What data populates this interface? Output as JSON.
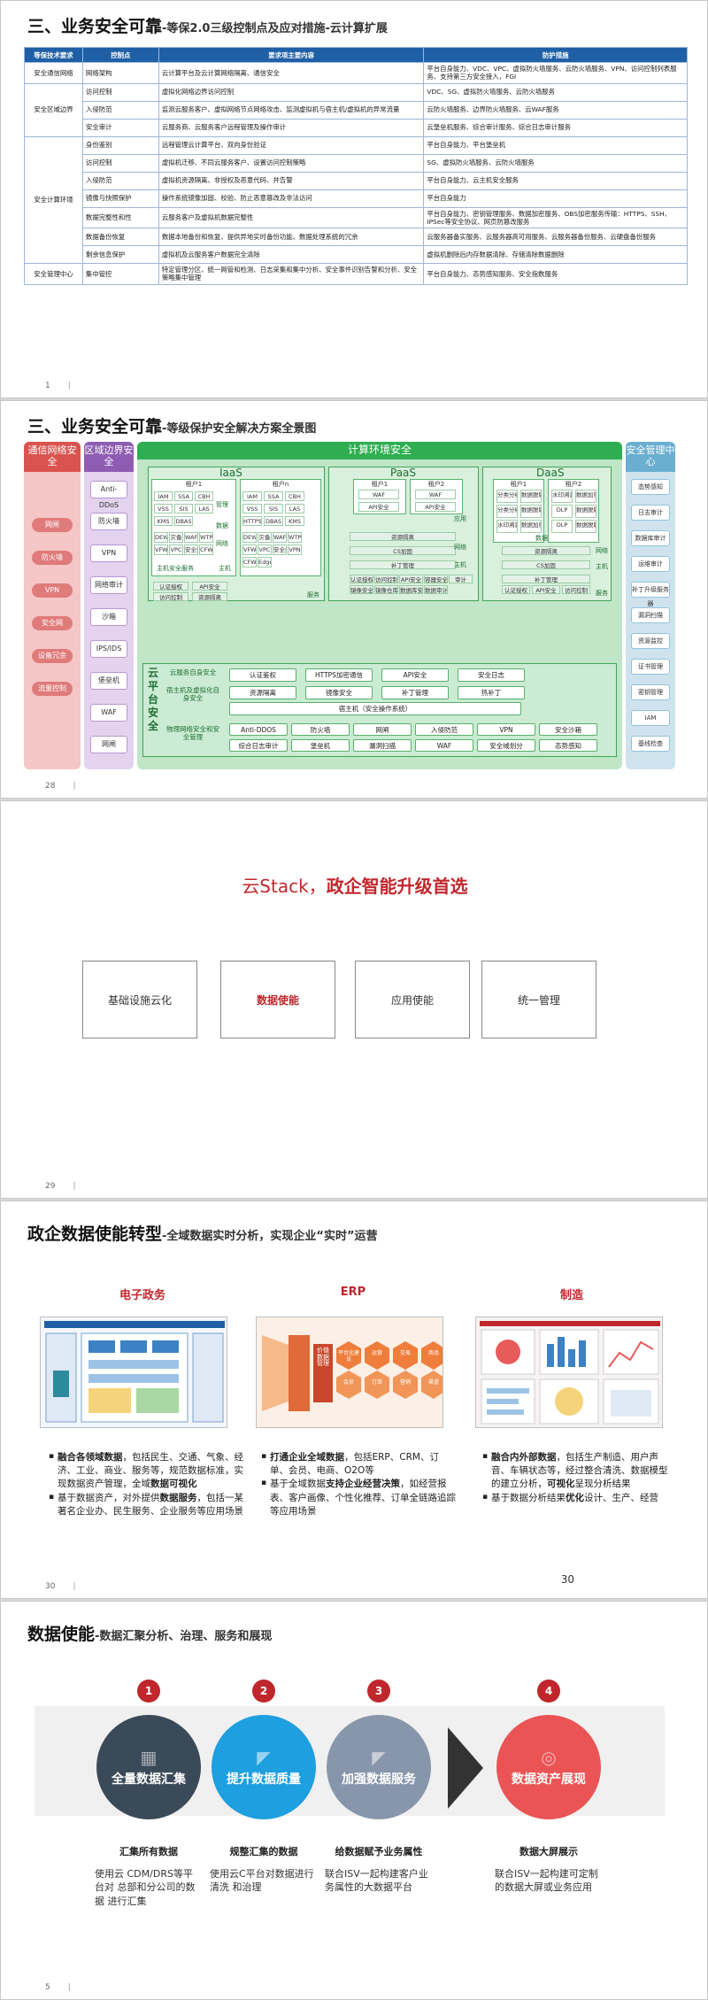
{
  "slide1": {
    "title_main": "三、业务安全可靠",
    "title_sub": "-等保2.0三级控制点及应对措施-云计算扩展",
    "headers": [
      "等保技术要求",
      "控制点",
      "要求项主要内容",
      "防护措施"
    ],
    "groups": [
      {
        "name": "安全通信网络",
        "rows": [
          {
            "point": "网络架构",
            "req": "云计算平台及云计算网络隔离、通信安全",
            "measure": "平台自身能力、VDC、VPC、虚拟防火墙服务、云防火墙服务、VPN、访问控制列表服务、支持第三方安全接入，FGI"
          }
        ]
      },
      {
        "name": "安全区域边界",
        "rows": [
          {
            "point": "访问控制",
            "req": "虚拟化网络边界访问控制",
            "measure": "VDC、SG、虚拟防火墙服务、云防火墙服务"
          },
          {
            "point": "入侵防范",
            "req": "监测云服务客户、虚拟网络节点网络攻击、监测虚拟机与宿主机/虚拟机的异常流量",
            "measure": "云防火墙服务、边界防火墙服务、云WAF服务"
          },
          {
            "point": "安全审计",
            "req": "云服务商、云服务客户远程管理及操作审计",
            "measure": "云堡垒机服务、综合审计服务、综合日志审计服务"
          }
        ]
      },
      {
        "name": "安全计算环境",
        "rows": [
          {
            "point": "身份鉴别",
            "req": "远程管理云计算平台、双向身份验证",
            "measure": "平台自身能力、平台堡垒机"
          },
          {
            "point": "访问控制",
            "req": "虚拟机迁移、不同云服务客户、设置访问控制策略",
            "measure": "SG、虚拟防火墙服务、云防火墙服务"
          },
          {
            "point": "入侵防范",
            "req": "虚拟机资源隔离、非授权及恶意代码、并告警",
            "measure": "平台自身能力、云主机安全服务"
          },
          {
            "point": "镜像与快照保护",
            "req": "操作系统镜像加固、校验、防止恶意篡改及非法访问",
            "measure": "平台自身能力"
          },
          {
            "point": "数据完整性和性",
            "req": "云服务客户及虚拟机数据完整性",
            "measure": "平台自身能力、密钥管理服务、数据加密服务、OBS加密服务传输：HTTPS、SSH、IPSec等安全协议、网页防篡改服务"
          },
          {
            "point": "数据备份恢复",
            "req": "数据本地备份和恢复、提供异地实时备份功能、数据处理系统的冗余",
            "measure": "云服务器备实服务、云服务器高可用服务、云服务器备份服务、云硬盘备份服务"
          },
          {
            "point": "剩余信息保护",
            "req": "虚拟机及云服务客户数据完全清除",
            "measure": "虚拟机删除后内存数据清除、存储清除数据删除"
          }
        ]
      },
      {
        "name": "安全管理中心",
        "rows": [
          {
            "point": "集中管控",
            "req": "特定管理分区、统一网管和检测、日志采集和集中分析、安全事件识别告警和分析、安全策略集中管理",
            "measure": "平台自身能力、态势感知服务、安全指数服务"
          }
        ]
      }
    ],
    "page": "1"
  },
  "slide2": {
    "title_main": "三、业务安全可靠",
    "title_sub": "-等级保护安全解决方案全景图",
    "col_red": "通信网络安全",
    "col_purple": "区域边界安全",
    "col_green": "计算环境安全",
    "col_blue": "安全管理中心",
    "red_items": [
      "网闸",
      "防火墙",
      "VPN",
      "安全网",
      "设备冗余",
      "流量控制"
    ],
    "purple_items": [
      "Anti-DDoS",
      "防火墙",
      "VPN",
      "网络审计",
      "沙箱",
      "IPS/IDS",
      "堡垒机",
      "WAF",
      "网闸"
    ],
    "blue_items": [
      "态势感知",
      "日志审计",
      "数据库审计",
      "运维审计",
      "补丁升级服务器",
      "漏洞扫描",
      "资源监控",
      "证书管理",
      "密钥管理",
      "IAM",
      "基线检查"
    ],
    "iaas": "IaaS",
    "paas": "PaaS",
    "daas": "DaaS",
    "tenant1": "租户1",
    "tenant2": "租户2",
    "tenant_n": "租户n",
    "iaas_chips": [
      "IAM",
      "SSA",
      "CBH",
      "VSS",
      "SIS",
      "LAS",
      "KMS",
      "DBAS",
      "DEW",
      "灾备",
      "WAF",
      "WTP",
      "VFW",
      "VPC",
      "安全组",
      "CFW"
    ],
    "iaas_chips_b": [
      "IAM",
      "SSA",
      "CBH",
      "VSS",
      "SIS",
      "LAS",
      "HTTPS",
      "DBAS",
      "KMS",
      "DEW",
      "灾备",
      "WAF",
      "WTP",
      "VFW",
      "VPC",
      "安全组",
      "VPN",
      "CFW",
      "EdgeFW"
    ],
    "iaas_lbl_mgmt": "管理",
    "iaas_lbl_data": "数据",
    "iaas_lbl_net": "网络",
    "iaas_lbl_host": "主机安全服务",
    "iaas_lbl_host2": "主机",
    "iaas_shared": [
      "认证授权",
      "API安全",
      "访问控制",
      "资源隔离"
    ],
    "iaas_svc": "服务",
    "paas_chips": [
      "WAF",
      "API安全",
      "WAF",
      "API安全"
    ],
    "paas_app": "应用",
    "paas_net": "网络",
    "paas_host": "主机",
    "paas_rows": [
      "资源隔离",
      "CS加固",
      "补丁管理"
    ],
    "paas_shared": [
      "认证授权",
      "访问控制",
      "API安全",
      "容器安全",
      "审计",
      "镜像安全",
      "镜像仓库安全",
      "数据库安全",
      "数据审计"
    ],
    "daas_chips": [
      "分类分级",
      "数据脱敏",
      "分类分级",
      "数据脱敏",
      "水印溯源",
      "数据加密",
      "水印溯源",
      "数据加密",
      "DLP",
      "数据脱敏",
      "DLP",
      "数据脱敏"
    ],
    "daas_data": "数据",
    "daas_net": "网络",
    "daas_host": "主机",
    "daas_svc": "服务",
    "daas_rows": [
      "资源隔离",
      "CS加固",
      "补丁管理"
    ],
    "daas_shared": [
      "认证授权",
      "API安全",
      "访问控制"
    ],
    "platform": {
      "cloud_sec": "云平台安全",
      "r1_lbl": "云服务自身安全",
      "r1": [
        "认证鉴权",
        "HTTPS加密通信",
        "API安全",
        "安全日志"
      ],
      "r2_lbl": "宿主机及虚拟化自身安全",
      "r2": [
        "资源隔离",
        "镜像安全",
        "补丁管理",
        "热补丁"
      ],
      "r2b": "宿主机（安全操作系统）",
      "r3_lbl": "物理网络安全和安全管理",
      "r3a": [
        "Anti-DDOS",
        "防火墙",
        "网闸",
        "入侵防范",
        "VPN",
        "安全沙箱"
      ],
      "r3b": [
        "综合日志审计",
        "堡垒机",
        "漏洞扫描",
        "WAF",
        "安全域划分",
        "态势感知"
      ]
    },
    "page": "28"
  },
  "slide3": {
    "title_pre": "云Stack，",
    "title_main": "政企智能升级首选",
    "boxes": [
      "基础设施云化",
      "数据使能",
      "应用使能",
      "统一管理"
    ],
    "page": "29"
  },
  "slide4": {
    "title_main": "政企数据使能转型",
    "title_sub": "-全域数据实时分析，实现企业“实时”运营",
    "cols": [
      {
        "head": "电子政务",
        "b1_bold": "融合各领域数据",
        "b1_rest": "，包括民生、交通、气象、经济、工业、商业、服务等，规范数据标准，实现数据资产管理，全域",
        "b1_bold2": "数据可视化",
        "b2_pre": "基于数据资产，对外提供",
        "b2_bold": "数据服务",
        "b2_rest": "，包括一某著名企业办、民生服务、企业服务等应用场景"
      },
      {
        "head": "ERP",
        "b1_bold": "打通企业全域数据",
        "b1_rest": "，包括ERP、CRM、订单、会员、电商、O2O等",
        "b1_bold2": "",
        "b2_pre": "基于全域数据",
        "b2_bold": "支持企业经营决策",
        "b2_rest": "，如经营报表、客户画像、个性化推荐、订单全链路追踪等应用场景"
      },
      {
        "head": "制造",
        "b1_bold": "融合内外部数据",
        "b1_rest": "，包括生产制造、用户声音、车辆状态等，经过整合清洗、数据模型的建立分析，",
        "b1_bold2": "可视化",
        "b1_tail": "呈现分析结果",
        "b2_pre": "基于数据分析结果",
        "b2_bold": "优化",
        "b2_rest": "设计、生产、经营"
      }
    ],
    "erp_hex": [
      "平台化建设",
      "运营",
      "交易",
      "商品",
      "会员",
      "订单",
      "营销",
      "渠道"
    ],
    "erp_left": "价值数据管理",
    "page": "30",
    "big_page": "30"
  },
  "slide5": {
    "title_main": "数据使能",
    "title_sub": "-数据汇聚分析、治理、服务和展现",
    "steps": [
      {
        "num": "1",
        "label": "全量数据汇集",
        "sub": "汇集所有数据",
        "desc": "使用云 CDM/DRS等平台对 总部和分公司的数据 进行汇集",
        "color": "#3b4a59",
        "icon": "database-icon"
      },
      {
        "num": "2",
        "label": "提升数据质量",
        "sub": "规整汇集的数据",
        "desc": "使用云C平台对数据进行清洗 和治理",
        "color": "#1e9fe0",
        "icon": "megaphone-icon"
      },
      {
        "num": "3",
        "label": "加强数据服务",
        "sub": "给数据赋予业务属性",
        "desc": "联合ISV一起构建客户业务属性的大数据平台",
        "color": "#8796ab",
        "icon": "megaphone-icon"
      },
      {
        "num": "4",
        "label": "数据资产展现",
        "sub": "数据大屏展示",
        "desc": "联合ISV一起构建可定制的数据大屏或业务应用",
        "color": "#ea5455",
        "icon": "target-icon"
      }
    ],
    "page": "5"
  }
}
